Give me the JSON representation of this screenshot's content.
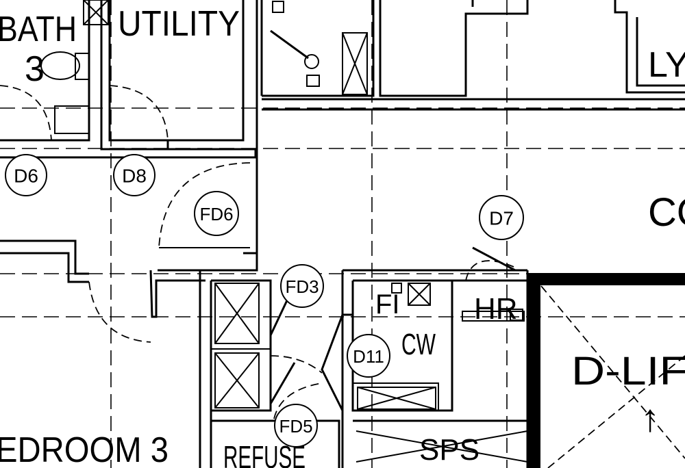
{
  "rooms": {
    "bath": "BATH",
    "bath_number": "3",
    "utility": "UTILITY",
    "bedroom": "EDROOM 3",
    "corridor": "CO",
    "lift": "D-LIF",
    "refuse": "REFUSE",
    "sps": "SPS",
    "cw": "CW",
    "hr": "HR",
    "fi": "FI",
    "ly": "LY",
    "lift_arrow": "↑"
  },
  "door_tags": [
    "D6",
    "D8",
    "FD6",
    "D7",
    "FD3",
    "D11",
    "FD5"
  ]
}
